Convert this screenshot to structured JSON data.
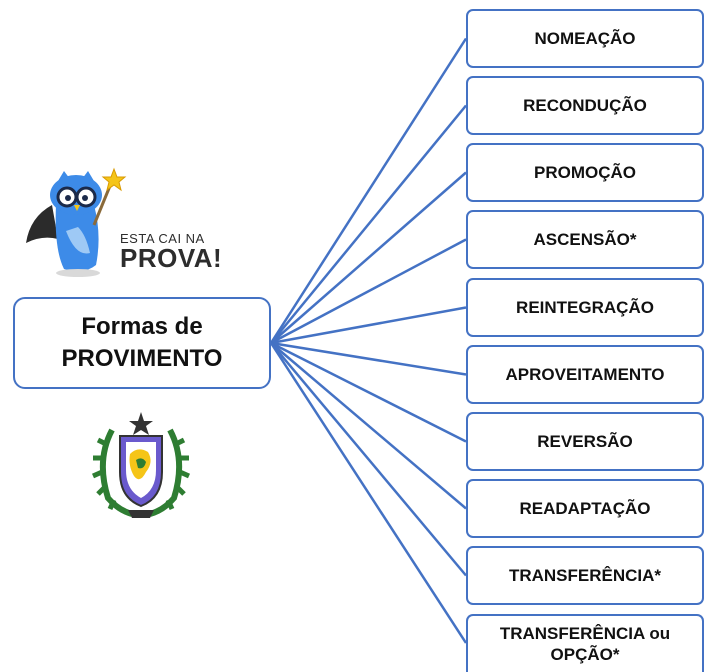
{
  "root": {
    "line1": "Formas de",
    "line2": "PROVIMENTO"
  },
  "branches": [
    {
      "label": "NOMEAÇÃO"
    },
    {
      "label": "RECONDUÇÃO"
    },
    {
      "label": "PROMOÇÃO"
    },
    {
      "label": "ASCENSÃO*"
    },
    {
      "label": "REINTEGRAÇÃO"
    },
    {
      "label": "APROVEITAMENTO"
    },
    {
      "label": "REVERSÃO"
    },
    {
      "label": "READAPTAÇÃO"
    },
    {
      "label": "TRANSFERÊNCIA*"
    },
    {
      "label": "TRANSFERÊNCIA ou OPÇÃO*"
    }
  ],
  "logo": {
    "small_text": "ESTA CAI NA",
    "big_text": "PROVA!"
  },
  "colors": {
    "accent": "#4472C4",
    "owl_blue": "#3D8BE8",
    "star_yellow": "#F5C518",
    "crest_green": "#2E7D32"
  },
  "icons": {
    "mascot": "owl-mascot-icon",
    "crest": "coat-of-arms-icon"
  }
}
